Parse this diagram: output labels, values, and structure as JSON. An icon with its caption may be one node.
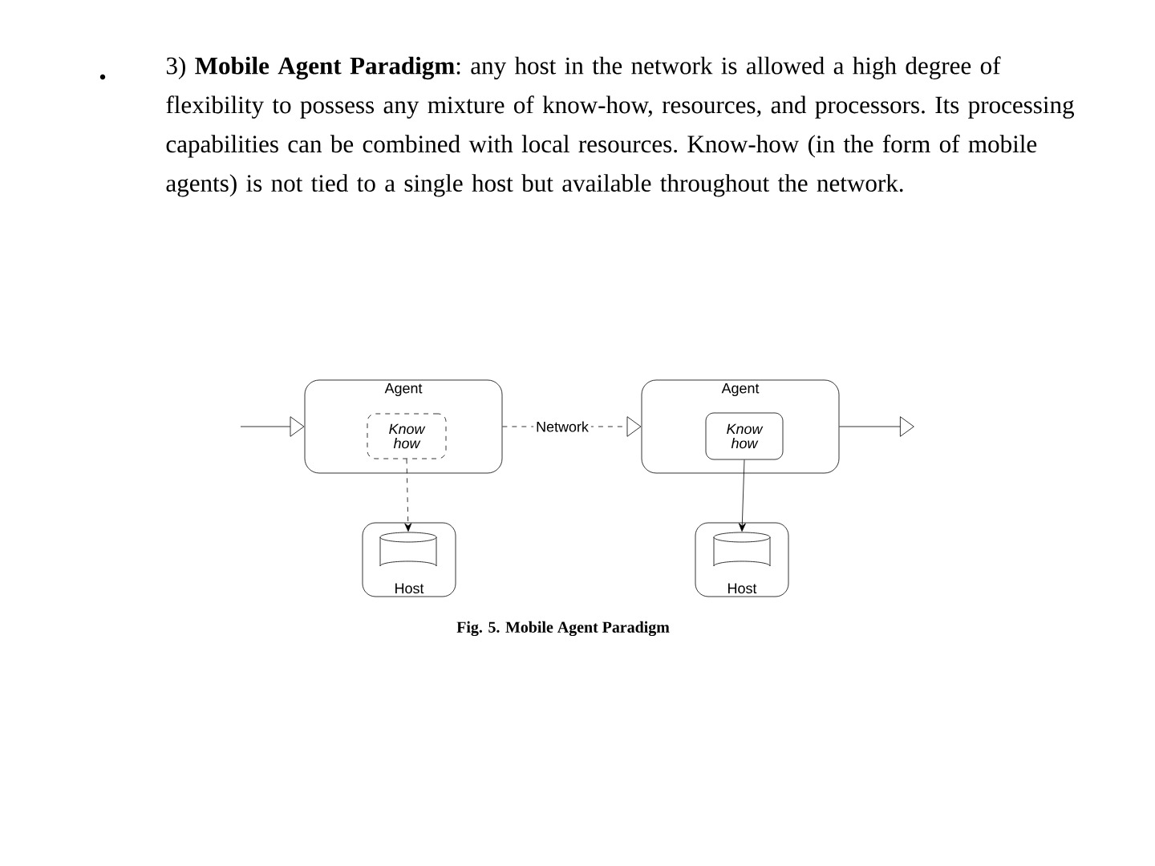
{
  "diagram": {
    "caption": "Fig. 5. Mobile Agent Paradigm",
    "nodes": [
      {
        "text": [
          "Agent"
        ]
      },
      {
        "text": [
          "Know how"
        ],
        "in": 0
      },
      {
        "text": [
          "Host"
        ]
      },
      {
        "text": [],
        "shape": "cylinder",
        "in": 2
      },
      {
        "text": [
          "Agent"
        ]
      },
      {
        "text": [
          "Know how"
        ],
        "in": 4
      },
      {
        "text": [
          "Host"
        ]
      },
      {
        "text": [],
        "shape": "cylinder",
        "in": 6
      }
    ],
    "edges": [
      {
        "from": null,
        "to": 0,
        "arrow": "to"
      },
      {
        "from": 0,
        "to": 4,
        "arrow": "to",
        "label": "Network",
        "style": "dashed"
      },
      {
        "from": 4,
        "to": null,
        "arrow": "to"
      },
      {
        "from": 1,
        "to": 3,
        "arrow": "to",
        "style": "dashed"
      },
      {
        "from": 5,
        "to": 7,
        "arrow": "to"
      }
    ],
    "labels": [
      "3) **Mobile Agent Paradigm**: any host in the network is allowed a high degree of flexibility to possess any mixture of know-how, resources, and processors. Its processing capabilities can be combined with local resources. Know-how (in the form of mobile agents) is not tied to a single host but available throughout the network."
    ]
  }
}
